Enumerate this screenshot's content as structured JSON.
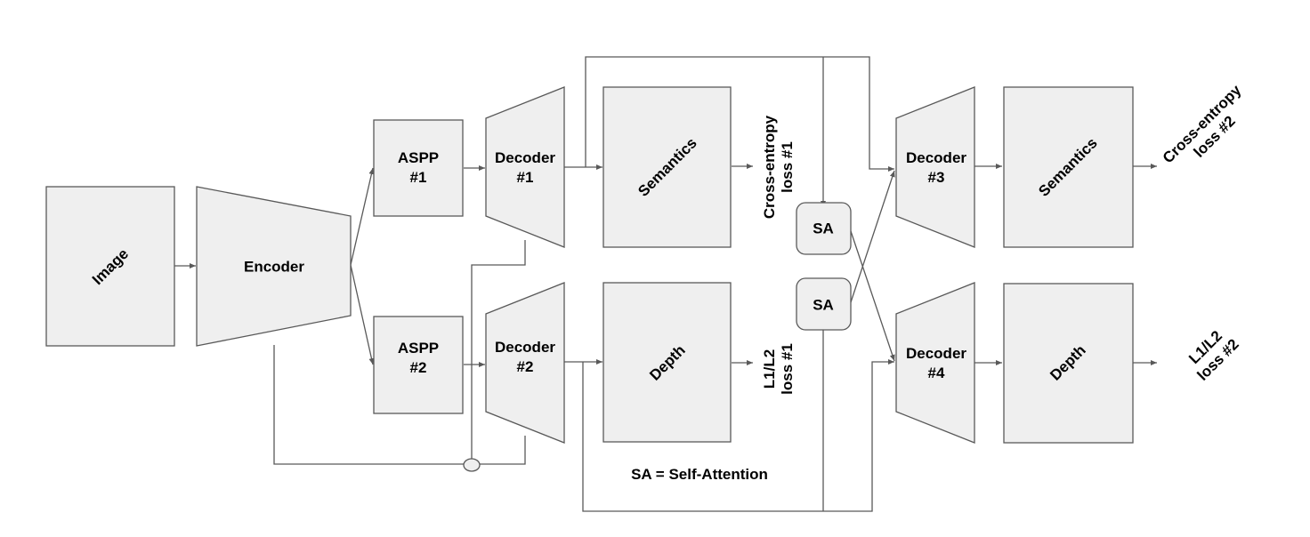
{
  "colors": {
    "box_fill": "#efefef",
    "stroke": "#595959",
    "text": "#000000",
    "background": "#ffffff"
  },
  "labels": {
    "image": "Image",
    "encoder": "Encoder",
    "aspp1": [
      "ASPP",
      "#1"
    ],
    "aspp2": [
      "ASPP",
      "#2"
    ],
    "decoder1": [
      "Decoder",
      "#1"
    ],
    "decoder2": [
      "Decoder",
      "#2"
    ],
    "decoder3": [
      "Decoder",
      "#3"
    ],
    "decoder4": [
      "Decoder",
      "#4"
    ],
    "semantics1": "Semantics",
    "depth1": "Depth",
    "semantics2": "Semantics",
    "depth2": "Depth",
    "sa_top": "SA",
    "sa_bottom": "SA",
    "ce_loss1": [
      "Cross-entropy",
      "loss #1"
    ],
    "l1l2_loss1": [
      "L1/L2",
      "loss #1"
    ],
    "ce_loss2": [
      "Cross-entropy",
      "loss #2"
    ],
    "l1l2_loss2": [
      "L1/L2",
      "loss #2"
    ],
    "legend": "SA = Self-Attention"
  }
}
